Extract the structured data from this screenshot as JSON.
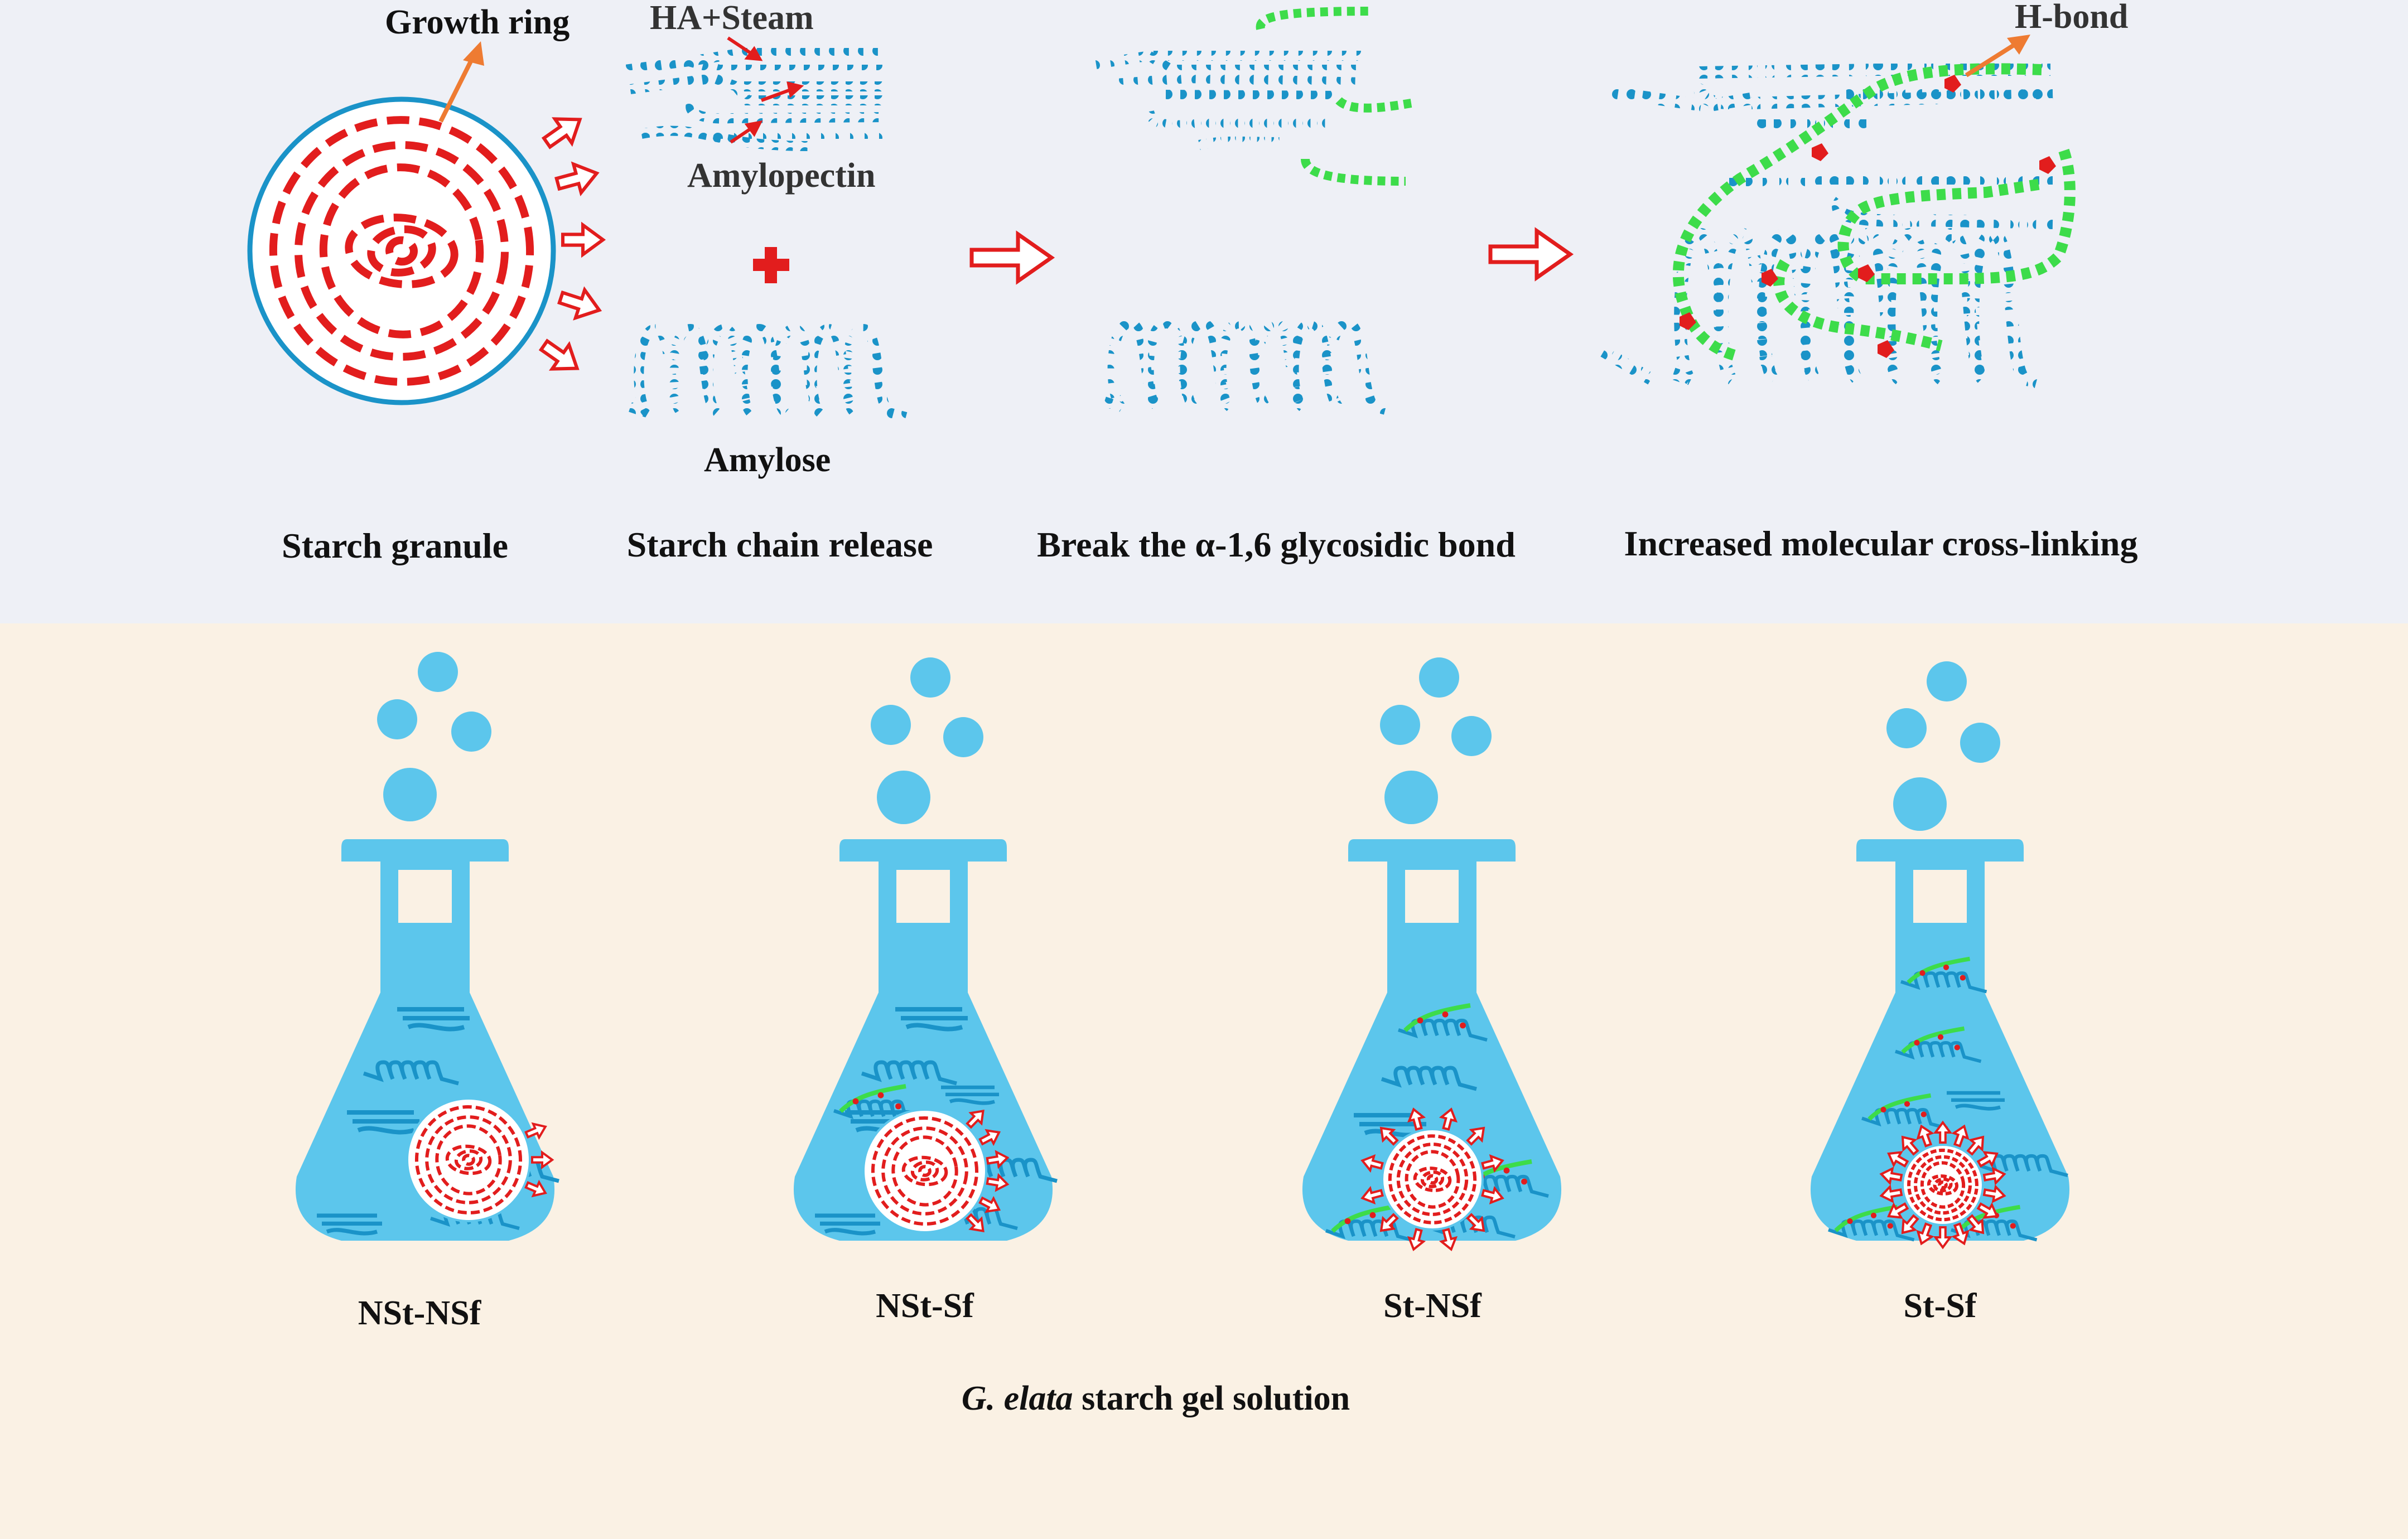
{
  "top_panel": {
    "stages": [
      {
        "caption": "Starch granule"
      },
      {
        "caption": "Starch chain release"
      },
      {
        "caption": "Break the α-1,6 glycosidic bond"
      },
      {
        "caption": "Increased molecular cross-linking"
      }
    ],
    "annotations": {
      "growth_ring": "Growth ring",
      "ha_steam": "HA+Steam",
      "amylopectin": "Amylopectin",
      "amylose": "Amylose",
      "h_bond": "H-bond"
    }
  },
  "bottom_panel": {
    "samples": [
      {
        "label": "NSt-NSf"
      },
      {
        "label": "NSt-Sf"
      },
      {
        "label": "St-NSf"
      },
      {
        "label": "St-Sf"
      }
    ],
    "caption_italic": "G. elata",
    "caption_rest": " starch gel solution"
  },
  "colors": {
    "top_background": "#eef0f6",
    "bottom_background": "#faf1e4",
    "chain_blue": "#1a93c8",
    "chain_green": "#3ddc4a",
    "ring_red": "#e21d1d",
    "flask_blue": "#5cc6ec",
    "arrow_orange": "#ee7b32"
  }
}
